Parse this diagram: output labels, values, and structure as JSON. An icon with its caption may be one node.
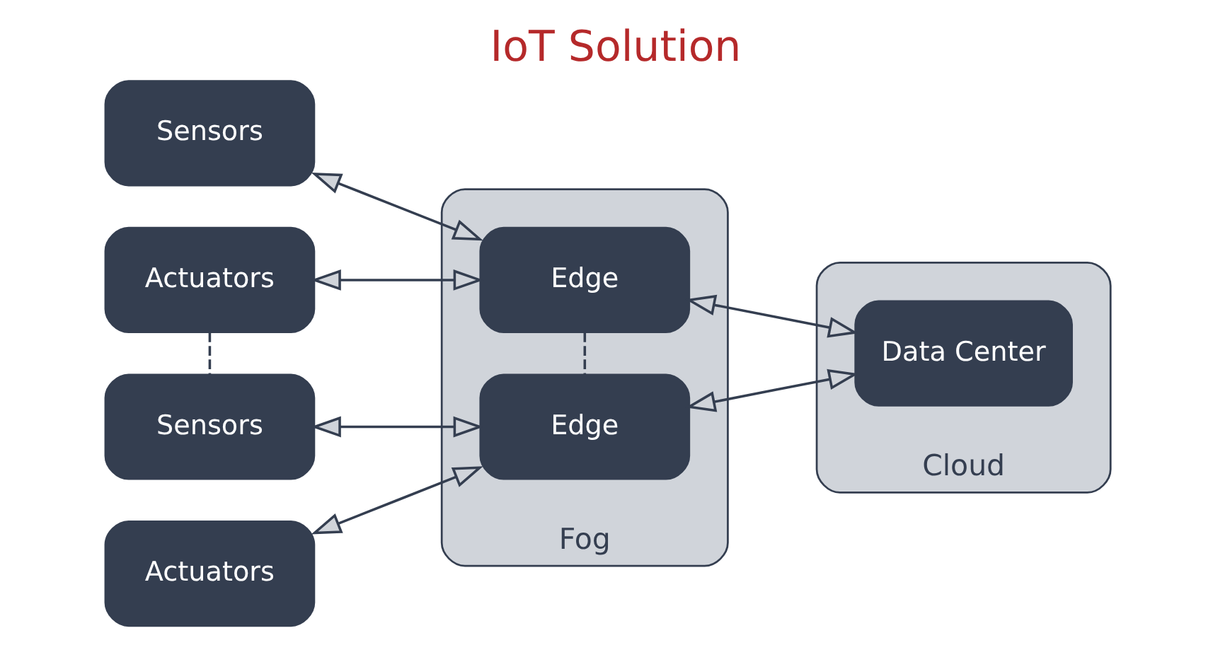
{
  "diagram": {
    "title": "IoT Solution",
    "nodes": [
      {
        "text": [
          "Sensors"
        ]
      },
      {
        "text": [
          "Actuators"
        ]
      },
      {
        "text": [
          "Sensors"
        ]
      },
      {
        "text": [
          "Actuators"
        ]
      },
      {
        "text": [
          "Fog"
        ]
      },
      {
        "text": [
          "Edge"
        ],
        "in": 4
      },
      {
        "text": [
          "Edge"
        ],
        "in": 4
      },
      {
        "text": [
          "Cloud"
        ]
      },
      {
        "text": [
          "Data Center"
        ],
        "in": 7
      }
    ],
    "edges": [
      {
        "from": 0,
        "to": 5,
        "arrow": "both"
      },
      {
        "from": 1,
        "to": 5,
        "arrow": "both"
      },
      {
        "from": 2,
        "to": 6,
        "arrow": "both"
      },
      {
        "from": 3,
        "to": 6,
        "arrow": "both"
      },
      {
        "from": 5,
        "to": 8,
        "arrow": "both"
      },
      {
        "from": 6,
        "to": 8,
        "arrow": "both"
      },
      {
        "from": 1,
        "to": 2,
        "arrow": "none",
        "style": "dashed"
      },
      {
        "from": 5,
        "to": 6,
        "arrow": "none",
        "style": "dashed"
      }
    ]
  }
}
